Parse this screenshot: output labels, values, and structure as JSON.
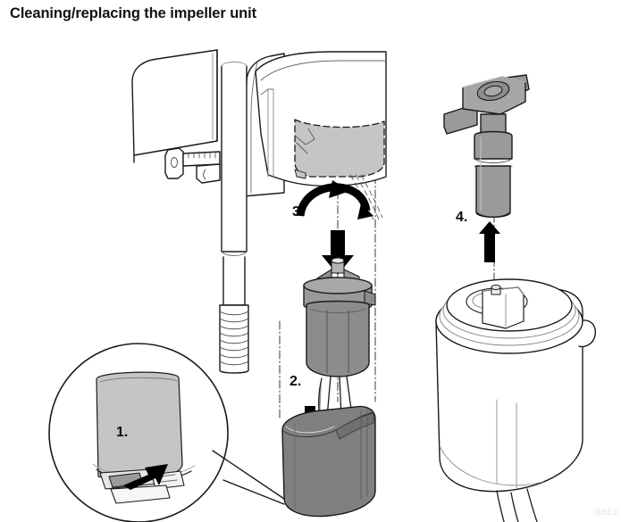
{
  "document": {
    "title": "Cleaning/replacing the impeller unit",
    "watermark": "BSEC"
  },
  "colors": {
    "background": "#ffffff",
    "outline": "#1a1a1a",
    "outline_light": "#555555",
    "shade_light": "#c5c5c5",
    "shade_mid": "#9a9a9a",
    "shade_dark": "#808080",
    "shade_darker": "#6e6e6e",
    "arrow": "#000000",
    "text": "#121212",
    "watermark": "#e2e2e2"
  },
  "steps": [
    {
      "id": 1,
      "label": "1.",
      "arrow": "diagonal-up-right-arrow",
      "target": "release-latch"
    },
    {
      "id": 2,
      "label": "2.",
      "arrow": "down-arrow",
      "target": "impeller-cover-cup"
    },
    {
      "id": 3,
      "label": "3.",
      "arrow": "down-arrow",
      "target": "impeller-unit"
    },
    {
      "id": 4,
      "label": "4.",
      "arrow": "up-arrow",
      "target": "impeller-shaft-tool"
    }
  ],
  "parts": [
    {
      "name": "appliance-body",
      "description": "machine cabinet upper housing"
    },
    {
      "name": "mounting-bracket",
      "description": "side bracket with pin"
    },
    {
      "name": "standpipe",
      "description": "vertical pipe with corrugated lower section"
    },
    {
      "name": "impeller-housing-recess",
      "description": "shaded recess where impeller unit seats"
    },
    {
      "name": "impeller-unit",
      "description": "cylindrical impeller with bayonet top"
    },
    {
      "name": "impeller-cover-cup",
      "description": "dark grey cup cover removed downward"
    },
    {
      "name": "impeller-shaft-tool",
      "description": "T-handle shaft tool with wing grips"
    },
    {
      "name": "container-housing",
      "description": "white container with top socket"
    },
    {
      "name": "detail-callout-circle",
      "description": "magnified circular detail of release latch"
    },
    {
      "name": "release-latch",
      "description": "sliding latch inside detail circle"
    },
    {
      "name": "centerline",
      "description": "dash-dot vertical assembly axis"
    }
  ],
  "annotations": {
    "rotation_arrow": "curved-counterclockwise-arrow",
    "leader_lines": 2,
    "hidden_line_style": "dashed",
    "axis_line_style": "dash-dot"
  }
}
